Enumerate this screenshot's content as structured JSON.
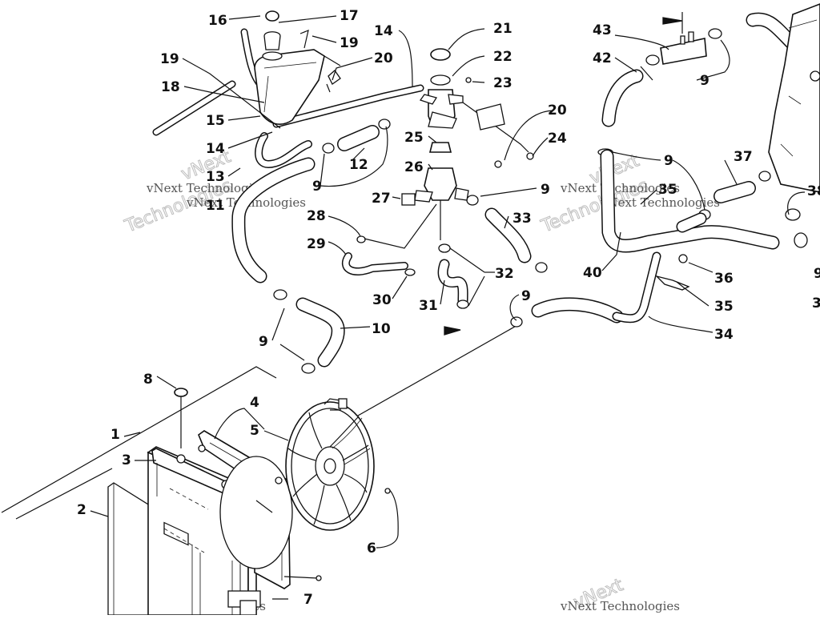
{
  "labels": [
    {
      "id": "1",
      "text": "1"
    },
    {
      "id": "2",
      "text": "2"
    },
    {
      "id": "3",
      "text": "3"
    },
    {
      "id": "4",
      "text": "4"
    },
    {
      "id": "5",
      "text": "5"
    },
    {
      "id": "6",
      "text": "6"
    },
    {
      "id": "7",
      "text": "7"
    },
    {
      "id": "8",
      "text": "8"
    },
    {
      "id": "9",
      "text": "9"
    },
    {
      "id": "10",
      "text": "10"
    },
    {
      "id": "11",
      "text": "11"
    },
    {
      "id": "12",
      "text": "12"
    },
    {
      "id": "13",
      "text": "13"
    },
    {
      "id": "14",
      "text": "14"
    },
    {
      "id": "15",
      "text": "15"
    },
    {
      "id": "16",
      "text": "16"
    },
    {
      "id": "17",
      "text": "17"
    },
    {
      "id": "18",
      "text": "18"
    },
    {
      "id": "19",
      "text": "19"
    },
    {
      "id": "20",
      "text": "20"
    },
    {
      "id": "21",
      "text": "21"
    },
    {
      "id": "22",
      "text": "22"
    },
    {
      "id": "23",
      "text": "23"
    },
    {
      "id": "24",
      "text": "24"
    },
    {
      "id": "25",
      "text": "25"
    },
    {
      "id": "26",
      "text": "26"
    },
    {
      "id": "27",
      "text": "27"
    },
    {
      "id": "28",
      "text": "28"
    },
    {
      "id": "29",
      "text": "29"
    },
    {
      "id": "30",
      "text": "30"
    },
    {
      "id": "31",
      "text": "31"
    },
    {
      "id": "32",
      "text": "32"
    },
    {
      "id": "33",
      "text": "33"
    },
    {
      "id": "34",
      "text": "34"
    },
    {
      "id": "35",
      "text": "35"
    },
    {
      "id": "36",
      "text": "36"
    },
    {
      "id": "37",
      "text": "37"
    },
    {
      "id": "38",
      "text": "38"
    },
    {
      "id": "40",
      "text": "40"
    },
    {
      "id": "42",
      "text": "42"
    },
    {
      "id": "43",
      "text": "43"
    }
  ],
  "watermark": {
    "line1": "vNext Technologies",
    "line2": "vNext",
    "line3": "Technologies"
  }
}
